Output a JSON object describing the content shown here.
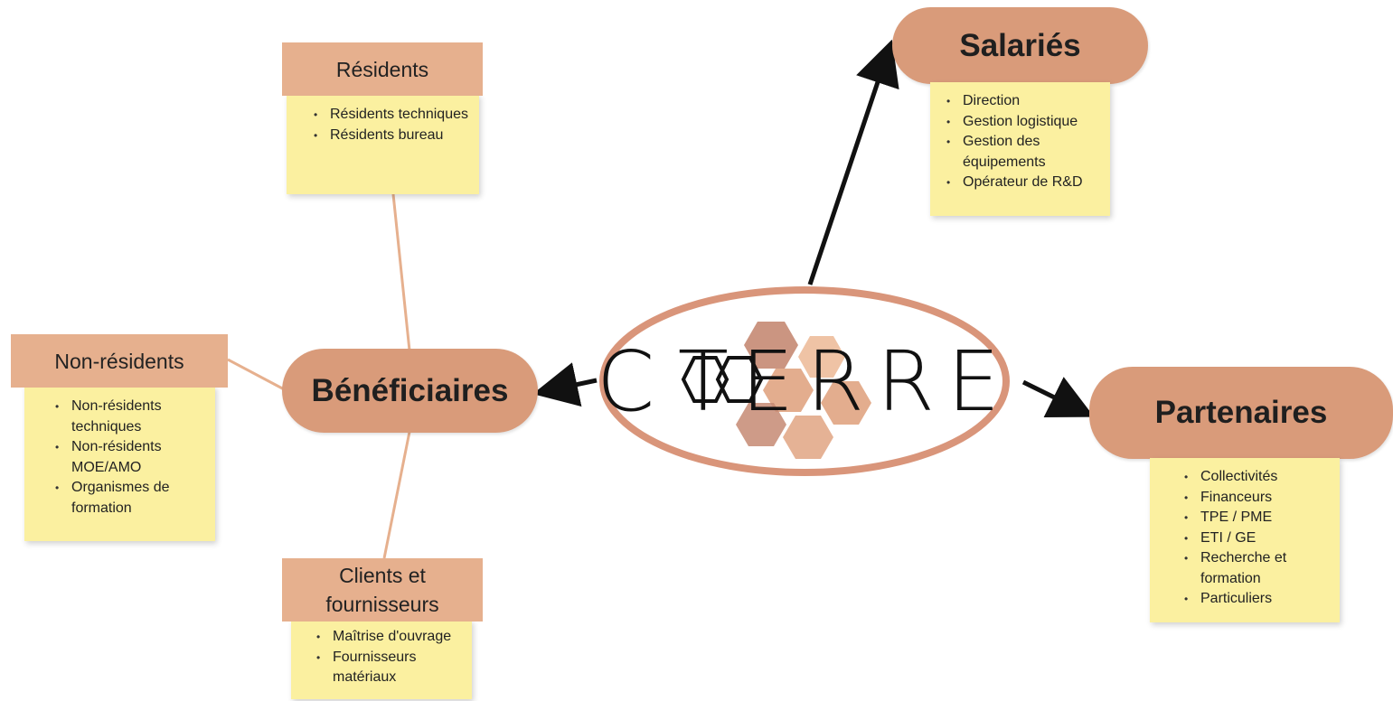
{
  "central": {
    "logo_text_start": "C",
    "logo_text_end": "TERRE"
  },
  "nodes": {
    "beneficiaires": {
      "label": "Bénéficiaires"
    },
    "salaries": {
      "label": "Salariés"
    },
    "partenaires": {
      "label": "Partenaires"
    }
  },
  "groups": {
    "residents": {
      "title": "Résidents",
      "items": [
        "Résidents techniques",
        "Résidents bureau"
      ]
    },
    "non_residents": {
      "title": "Non-résidents",
      "items": [
        "Non-résidents techniques",
        "Non-résidents MOE/AMO",
        "Organismes de formation"
      ]
    },
    "clients": {
      "title": "Clients et fournisseurs",
      "items": [
        "Maîtrise d'ouvrage",
        "Fournisseurs matériaux"
      ]
    },
    "salaries_list": {
      "items": [
        "Direction",
        "Gestion logistique",
        "Gestion des équipements",
        "Opérateur de R&D"
      ]
    },
    "partenaires_list": {
      "items": [
        "Collectivités",
        "Financeurs",
        "TPE / PME",
        "ETI / GE",
        "Recherche et formation",
        "Particuliers"
      ]
    }
  },
  "colors": {
    "pill": "#d99b7a",
    "header": "#e6b08e",
    "sticky": "#fbf0a0",
    "connector_light": "#e6b08e",
    "arrow": "#111111",
    "ellipse_border": "#d9957a",
    "hex_1": "#c58a73",
    "hex_2": "#e0a482",
    "hex_3": "#eec0a0"
  }
}
